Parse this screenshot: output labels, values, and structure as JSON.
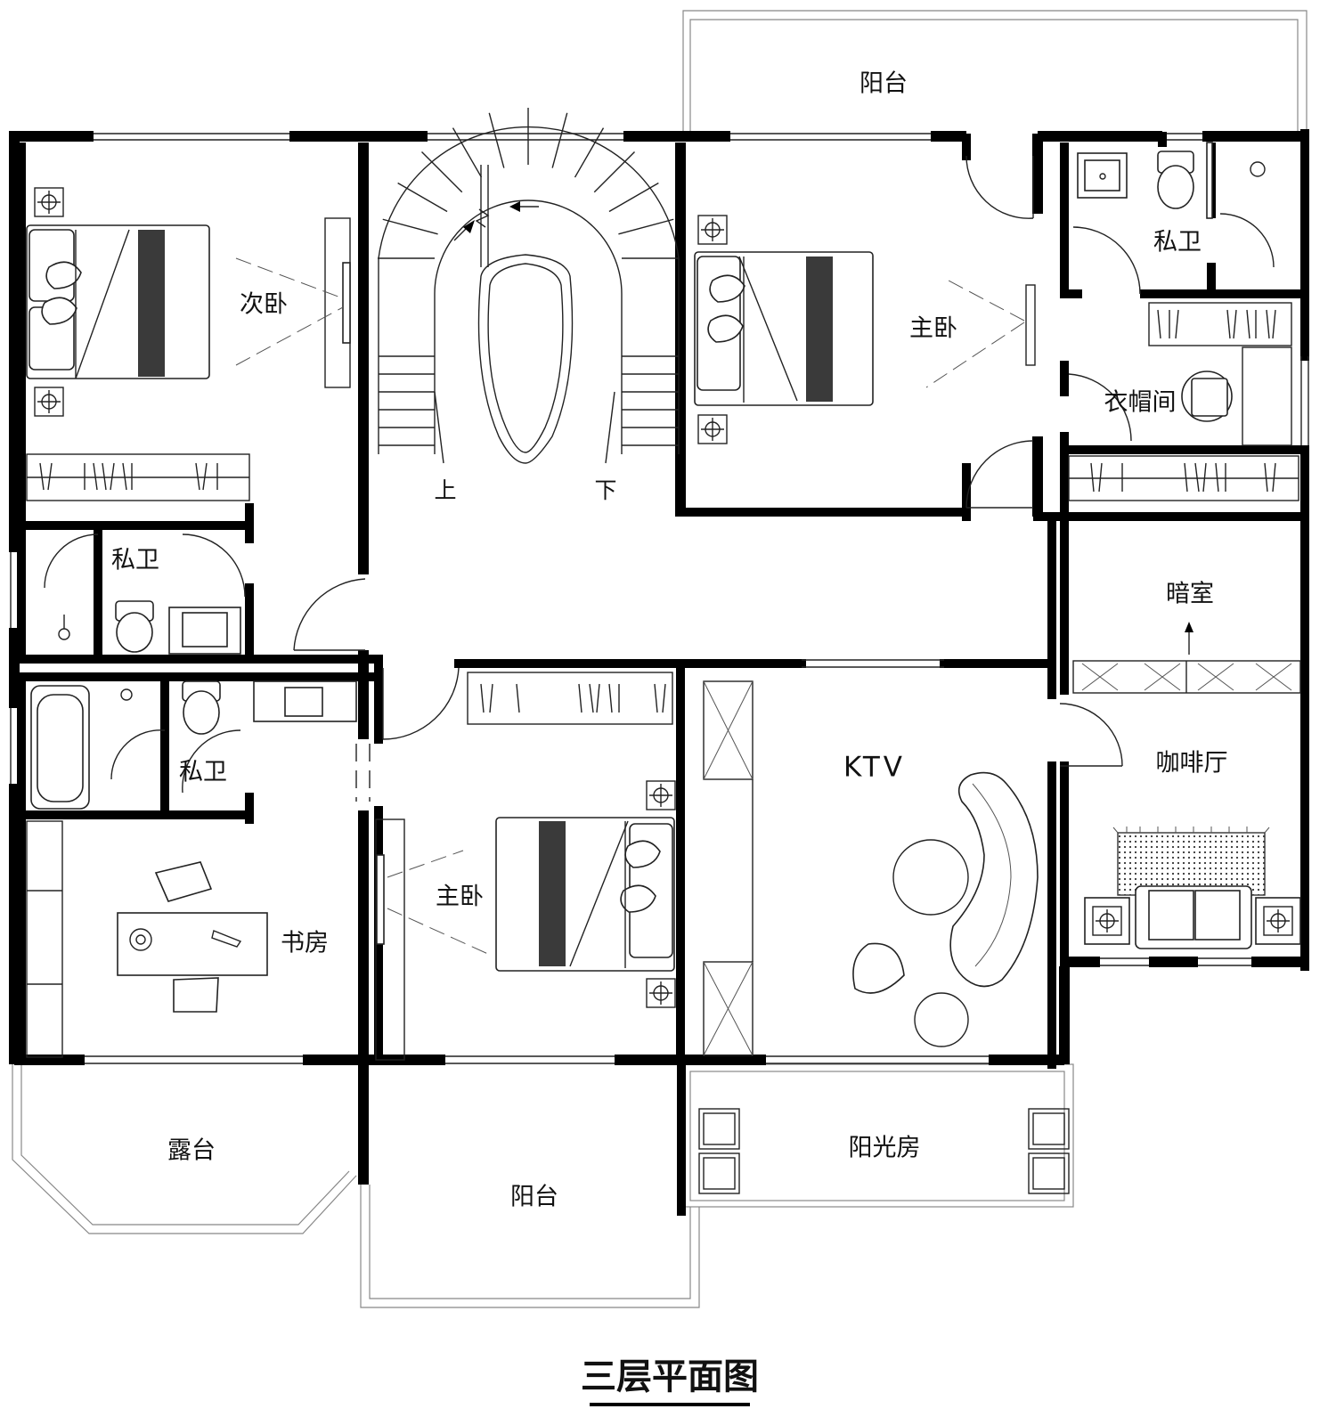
{
  "title": "三层平面图",
  "stairs": {
    "up": "上",
    "down": "下"
  },
  "rooms": {
    "balcony_top": "阳台",
    "second_bedroom": "次卧",
    "master_bedroom_top": "主卧",
    "master_bath_top": "私卫",
    "cloakroom": "衣帽间",
    "bath_left_upper": "私卫",
    "bath_left_lower": "私卫",
    "darkroom": "暗室",
    "cafe": "咖啡厅",
    "ktv": "KTV",
    "master_bedroom_bottom": "主卧",
    "study": "书房",
    "terrace": "露台",
    "balcony_bottom": "阳台",
    "sunroom": "阳光房"
  }
}
